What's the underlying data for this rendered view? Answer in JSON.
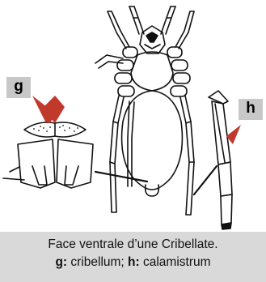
{
  "labels": {
    "g": "g",
    "h": "h"
  },
  "caption": {
    "line1": "Face ventrale d’une Cribellate.",
    "g_key": "g:",
    "g_text": " cribellum; ",
    "h_key": "h:",
    "h_text": " calamistrum"
  },
  "colors": {
    "arrow": "#c0392b",
    "label_bg": "#c8c8c8",
    "caption_bg": "#d9d9d9",
    "line": "#111111"
  }
}
